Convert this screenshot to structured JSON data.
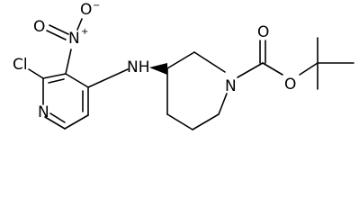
{
  "structure": {
    "atoms": {
      "cl": "Cl",
      "n_pyridine": "N",
      "nitro_n": "N",
      "nitro_plus": "+",
      "nitro_o_top": "O",
      "nitro_o_minus": "−",
      "nitro_o_left": "O",
      "amine_nh": "NH",
      "pip_n": "N",
      "carbonyl_o": "O",
      "ester_o": "O"
    }
  }
}
